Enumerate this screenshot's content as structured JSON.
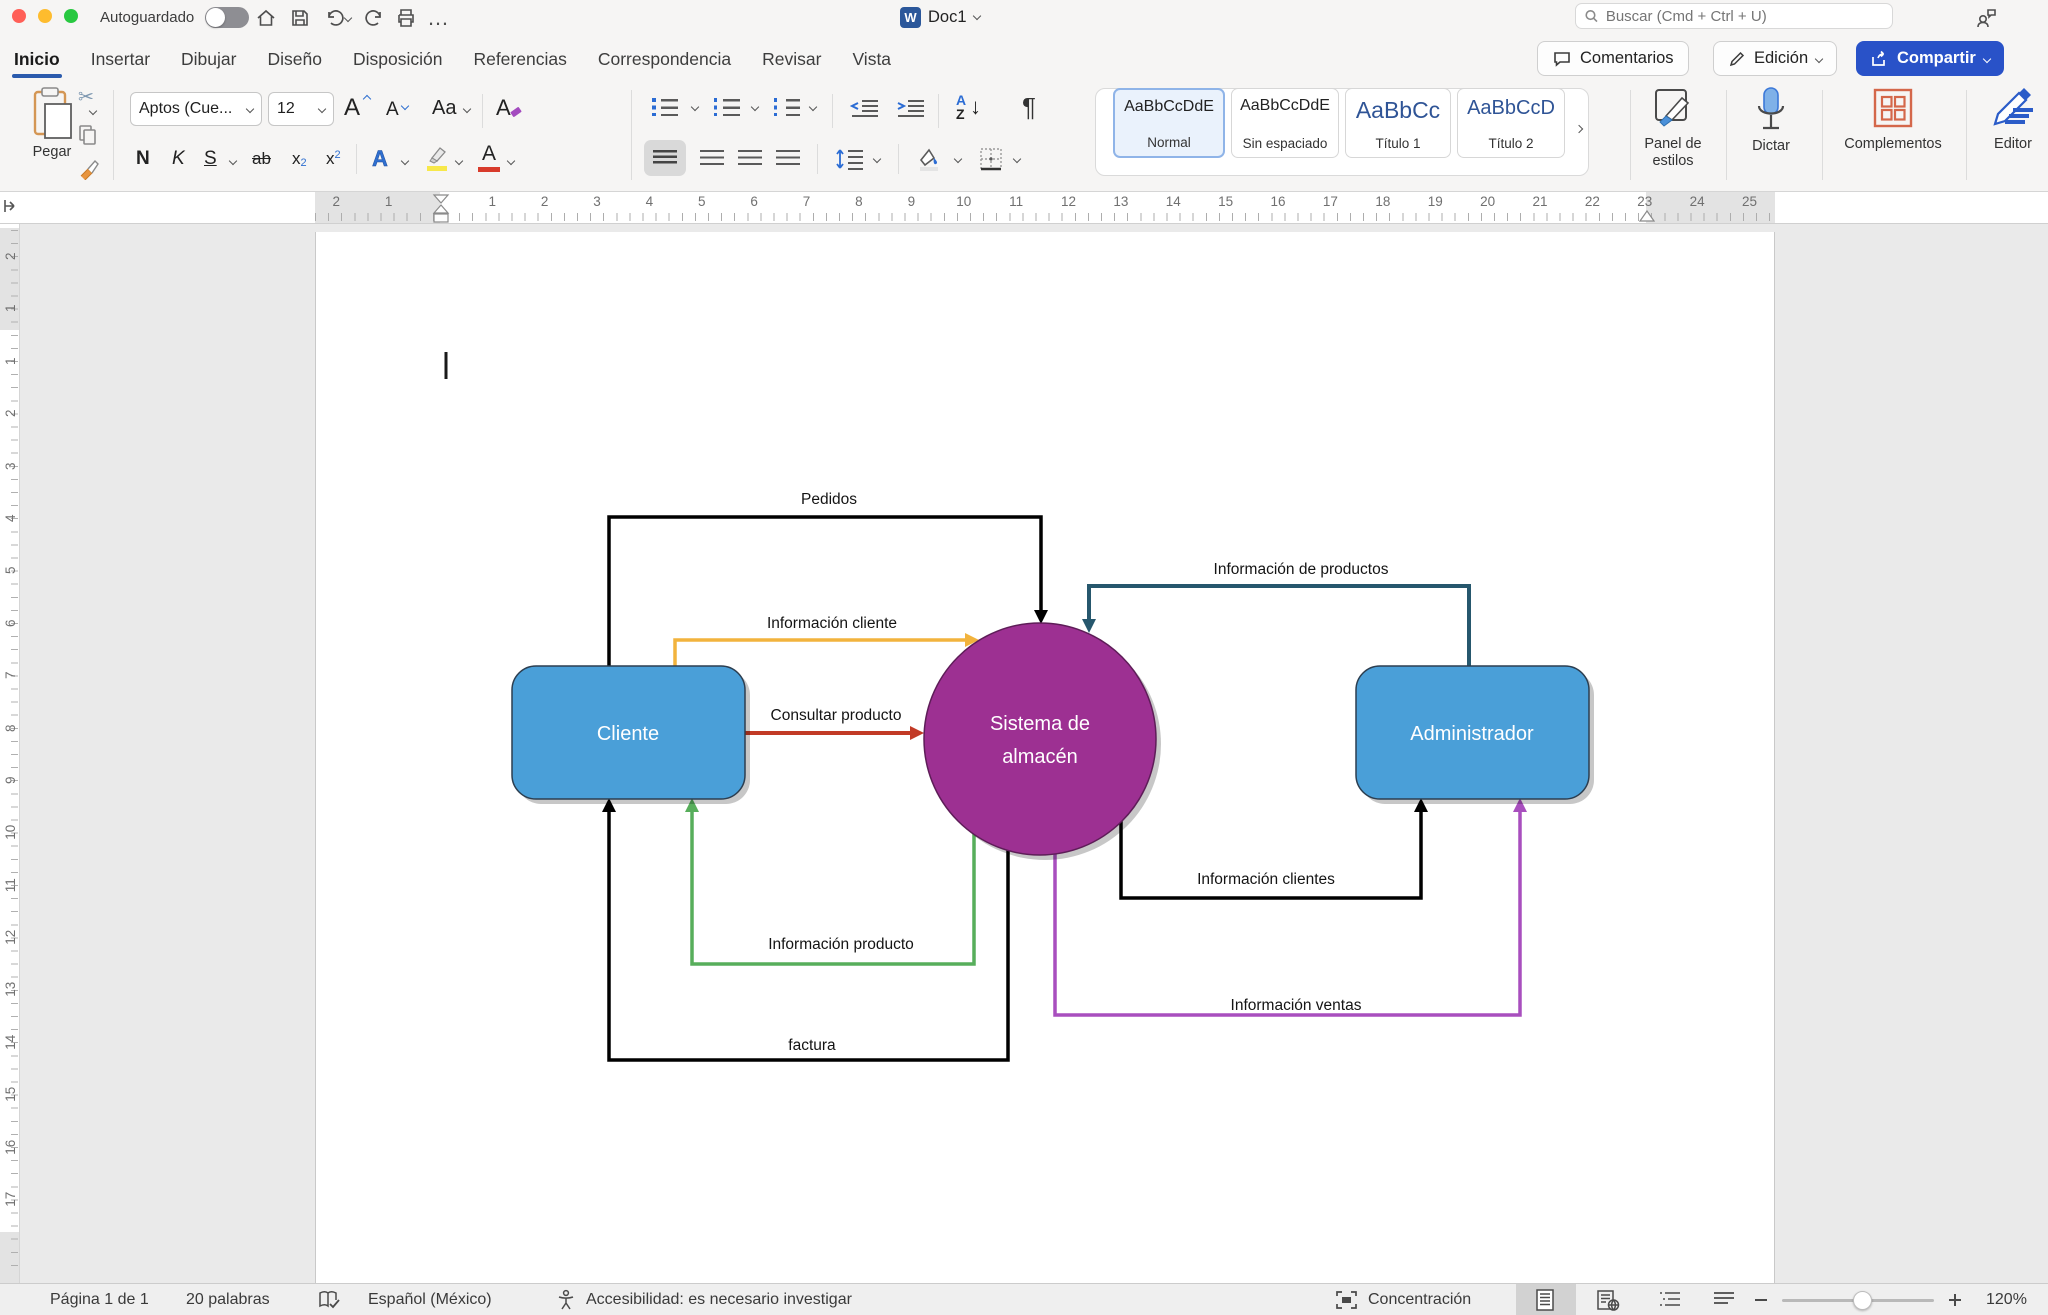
{
  "titlebar": {
    "autosave": "Autoguardado",
    "word_letter": "W",
    "doc_title": "Doc1",
    "search_placeholder": "Buscar (Cmd + Ctrl + U)"
  },
  "tabs": [
    {
      "label": "Inicio"
    },
    {
      "label": "Insertar"
    },
    {
      "label": "Dibujar"
    },
    {
      "label": "Diseño"
    },
    {
      "label": "Disposición"
    },
    {
      "label": "Referencias"
    },
    {
      "label": "Correspondencia"
    },
    {
      "label": "Revisar"
    },
    {
      "label": "Vista"
    }
  ],
  "top_actions": {
    "comments": "Comentarios",
    "editing": "Edición",
    "share": "Compartir"
  },
  "ribbon": {
    "paste": "Pegar",
    "font_name": "Aptos (Cue...",
    "font_size": "12",
    "bold": "N",
    "italic": "K",
    "underline": "S",
    "strikethrough": "ab",
    "sub_base": "x",
    "sub_small": "2",
    "sup_base": "x",
    "sup_small": "2",
    "grow_letter": "A",
    "shrink_letter": "A",
    "case_label": "Aa",
    "clear_letter": "A",
    "effects_letter": "A",
    "fontcolor_letter": "A",
    "sort_a": "A",
    "sort_z": "Z",
    "arrow_down": "↓",
    "pilcrow": "¶",
    "scissors_glyph": "✂",
    "ellipsis": "…",
    "styles": [
      {
        "sample": "AaBbCcDdE",
        "label": "Normal"
      },
      {
        "sample": "AaBbCcDdE",
        "label": "Sin espaciado"
      },
      {
        "sample": "AaBbCc",
        "label": "Título 1"
      },
      {
        "sample": "AaBbCcD",
        "label": "Título 2"
      }
    ],
    "styles_pane_line1": "Panel de",
    "styles_pane_line2": "estilos",
    "dictate": "Dictar",
    "addins": "Complementos",
    "editor": "Editor"
  },
  "ruler": {
    "left_margin_numbers": [
      "2",
      "1"
    ],
    "numbers": [
      "1",
      "2",
      "3",
      "4",
      "5",
      "6",
      "7",
      "8",
      "9",
      "10",
      "11",
      "12",
      "13",
      "14",
      "15",
      "16",
      "17",
      "18",
      "19",
      "20",
      "21",
      "22",
      "23",
      "24",
      "25"
    ],
    "v_numbers": [
      "2",
      "1",
      "1",
      "2",
      "3",
      "4",
      "5",
      "6",
      "7",
      "8",
      "9",
      "10",
      "11",
      "12",
      "13",
      "14",
      "15",
      "16",
      "17"
    ]
  },
  "diagram": {
    "nodes": [
      {
        "label": "Cliente",
        "fill": "#4A9FD8",
        "stroke": "#2C3E50"
      },
      {
        "label": "Sistema de almacén",
        "line1": "Sistema de",
        "line2": "almacén",
        "fill": "#9D3092",
        "stroke": "#5E1D58"
      },
      {
        "label": "Administrador",
        "fill": "#4A9FD8",
        "stroke": "#2C3E50"
      }
    ],
    "edges": [
      {
        "label": "Pedidos",
        "color": "#000000"
      },
      {
        "label": "Información cliente",
        "color": "#F2B33D"
      },
      {
        "label": "Consultar producto",
        "color": "#C23A26"
      },
      {
        "label": "Información de productos",
        "color": "#26576D"
      },
      {
        "label": "Información clientes",
        "color": "#000000"
      },
      {
        "label": "Información producto",
        "color": "#57AE5B"
      },
      {
        "label": "factura",
        "color": "#000000"
      },
      {
        "label": "Información ventas",
        "color": "#A84FBE"
      }
    ]
  },
  "statusbar": {
    "page": "Página 1 de 1",
    "words": "20 palabras",
    "language": "Español (México)",
    "accessibility": "Accesibilidad: es necesario investigar",
    "focus": "Concentración",
    "zoom_level": "120%"
  },
  "colors": {
    "share_button": "#2952C8",
    "tab_underline": "#2B5BAD"
  }
}
